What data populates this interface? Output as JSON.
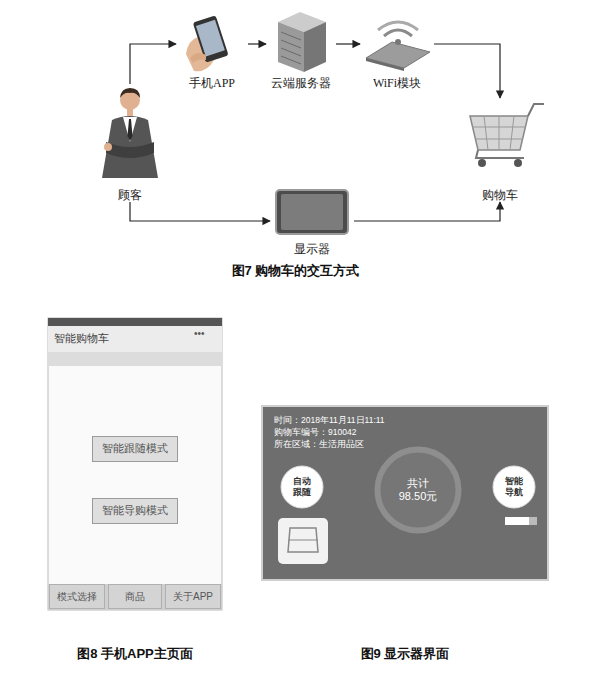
{
  "diagram": {
    "caption": "图7 购物车的交互方式",
    "nodes": [
      {
        "text": [
          "顾客"
        ]
      },
      {
        "text": [
          "手机APP"
        ]
      },
      {
        "text": [
          "云端服务器"
        ]
      },
      {
        "text": [
          "WiFi模块"
        ]
      },
      {
        "text": [
          "购物车"
        ]
      },
      {
        "text": [
          "显示器"
        ]
      },
      {
        "text": [
          "智能购物车"
        ]
      },
      {
        "text": [
          "智能跟随模式"
        ],
        "in": 6
      },
      {
        "text": [
          "智能导购模式"
        ],
        "in": 6
      },
      {
        "text": [
          "模式选择"
        ],
        "in": 6
      },
      {
        "text": [
          "商品"
        ],
        "in": 6
      },
      {
        "text": [
          "关于APP"
        ],
        "in": 6
      },
      {
        "text": [
          "时间：2018年11月11日11:11",
          "购物车编号：910042",
          "所在区域：生活用品区"
        ]
      },
      {
        "text": [
          "自动跟随"
        ],
        "in": 12
      },
      {
        "text": [
          "共计 98.50元"
        ],
        "in": 12
      },
      {
        "text": [
          "智能导航"
        ],
        "in": 12
      }
    ],
    "edges": [
      {
        "from": 0,
        "to": 1,
        "arrow": "to"
      },
      {
        "from": 1,
        "to": 2,
        "arrow": "to"
      },
      {
        "from": 2,
        "to": 3,
        "arrow": "to"
      },
      {
        "from": 3,
        "to": 4,
        "arrow": "to"
      },
      {
        "from": 0,
        "to": 5,
        "arrow": "to"
      },
      {
        "from": 5,
        "to": 4,
        "arrow": "to"
      }
    ],
    "labels": [
      "•••",
      "图8 手机APP主页面",
      "图9 显示器界面"
    ]
  }
}
